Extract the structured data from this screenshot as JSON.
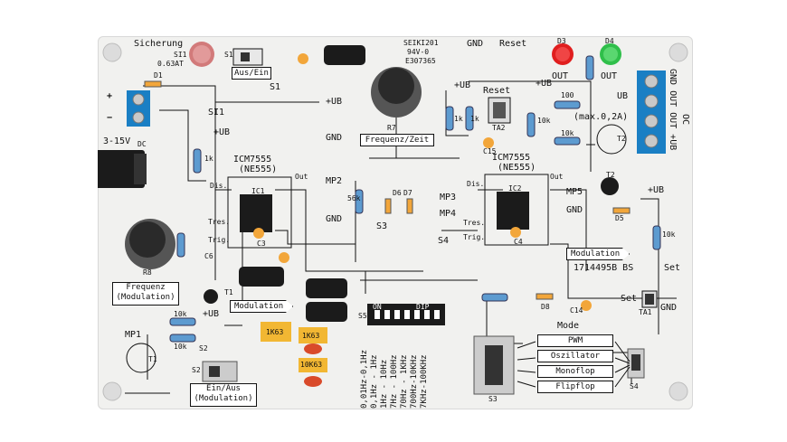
{
  "labels": {
    "sicherung": "Sicherung",
    "si1_top": "SI1",
    "si1_rating": "0.63AT",
    "s1_small": "S1",
    "aus_ein": "Aus/Ein",
    "s1": "S1",
    "si1": "SI1",
    "plus_ub_1": "+UB",
    "plus_ub_2": "+UB",
    "plus_ub_3": "+UB",
    "plus_ub_4": "+UB",
    "plus_ub_5": "+UB",
    "plus_ub_6": "+UB",
    "gnd_1": "GND",
    "gnd_2": "GND",
    "gnd_top": "GND",
    "gnd_3": "GND",
    "gnd_4": "GND",
    "reset_top": "Reset",
    "reset_btn": "Reset",
    "d3": "D3",
    "d4": "D4",
    "out_1": "OUT",
    "out_2": "OUT",
    "ub": "UB",
    "terminal_right": "GND OUT OUT +UB",
    "oc": "OC",
    "seiki": "SEIKI201",
    "rating_94v": "94V-0",
    "e_number": "E307365",
    "d1": "D1",
    "dc_range": "3-15V",
    "dc": "DC",
    "ic1_name": "ICM7555",
    "ic1_sub": "(NE555)",
    "ic1": "IC1",
    "ic2_name": "ICM7555",
    "ic2_sub": "(NE555)",
    "ic2": "IC2",
    "dis_1": "Dis.",
    "dis_2": "Dis.",
    "tres_1": "Tres.",
    "tres_2": "Tres.",
    "trig_1": "Trig.",
    "trig_2": "Trig.",
    "out_ic1": "Out",
    "out_ic2": "Out",
    "mp1": "MP1",
    "mp2": "MP2",
    "mp3": "MP3",
    "mp4": "MP4",
    "mp5": "MP5",
    "c3": "C3",
    "c4": "C4",
    "c6": "C6",
    "c14": "C14",
    "c15": "C15",
    "r1k_1": "1k",
    "r1k_2": "1k",
    "r1k_3": "1k",
    "r10k_1": "10k",
    "r10k_2": "10k",
    "r10k_3": "10k",
    "r10k_4": "10k",
    "r100": "100",
    "r56k": "56k",
    "max_current": "(max.0,2A)",
    "t1": "T1",
    "t2": "T2",
    "t2b": "T2",
    "d5": "D5",
    "d6": "D6",
    "d7": "D7",
    "d8": "D8",
    "s2": "S2",
    "s2b": "S2",
    "s3": "S3",
    "s3b": "S3",
    "s4": "S4",
    "s4b": "S4",
    "s5": "S5",
    "ta1": "TA1",
    "ta2": "TA2",
    "r7": "R7",
    "r8": "R8",
    "frequenz_zeit": "Frequenz/Zeit",
    "frequenz_mod_1": "Frequenz",
    "frequenz_mod_2": "(Modulation)",
    "modulation_1": "Modulation",
    "modulation_2": "Modulation",
    "ein_aus_1": "Ein/Aus",
    "ein_aus_2": "(Modulation)",
    "board_number": "1714495B BS",
    "set_1": "Set",
    "set_2": "Set",
    "mode": "Mode",
    "dip_on": "ON",
    "dip_brand": "DIP",
    "cap_1k63_a": "1K63",
    "cap_1k63_b": "1K63",
    "cap_10k63": "10K63"
  },
  "modes": [
    "PWM",
    "Oszillator",
    "Monoflop",
    "Flipflop"
  ],
  "ranges": [
    "0,01Hz-0,1Hz",
    "0,1Hz - 1Hz",
    "1Hz - 10Hz",
    "7Hz - 100Hz",
    "70Hz - 1KHz",
    "700Hz-10KHz",
    "7KHz-100KHz"
  ],
  "colors": {
    "board": "#f1f1ef",
    "terminal_blue": "#1a7fc4",
    "led_red": "#e01e1e",
    "led_green": "#2fbf4a",
    "resistor_blue": "#5d9bd0",
    "cap_yellow": "#f2b733",
    "cap_black": "#1b1b1b",
    "pot_black": "#2a2a2a",
    "fuse_red": "#d27a7a"
  }
}
